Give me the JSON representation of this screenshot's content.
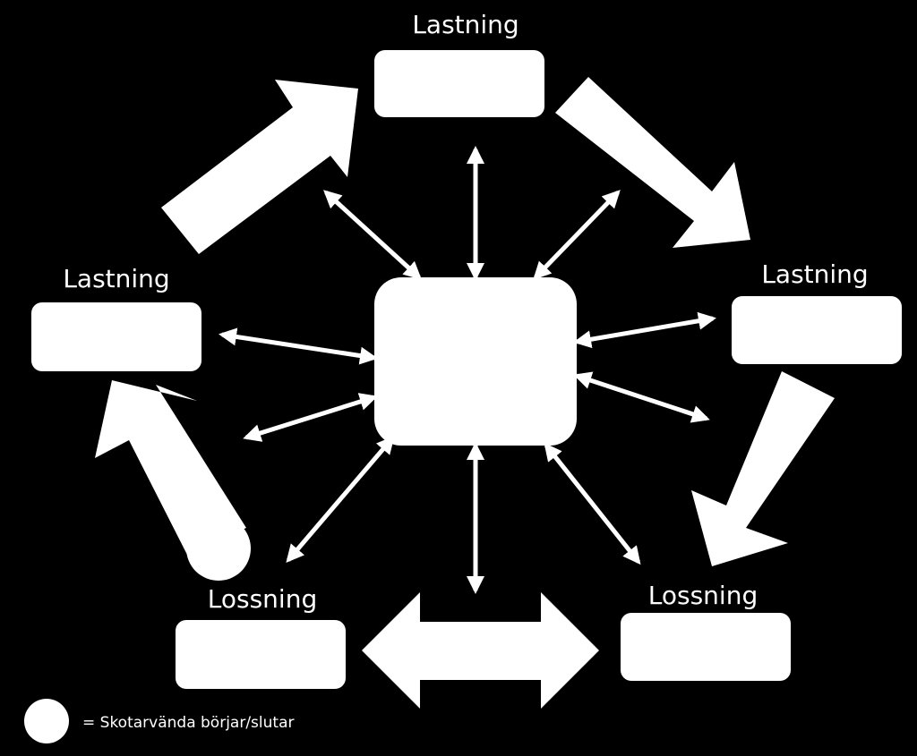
{
  "nodes": [
    {
      "id": "top",
      "label": "Lastning"
    },
    {
      "id": "right",
      "label": "Lastning"
    },
    {
      "id": "bottom-right",
      "label": "Lossning"
    },
    {
      "id": "bottom-left",
      "label": "Lossning"
    },
    {
      "id": "left",
      "label": "Lastning"
    }
  ],
  "legend": {
    "text": "= Skotarvända börjar/slutar"
  },
  "colors": {
    "background": "#000000",
    "foreground": "#ffffff"
  }
}
